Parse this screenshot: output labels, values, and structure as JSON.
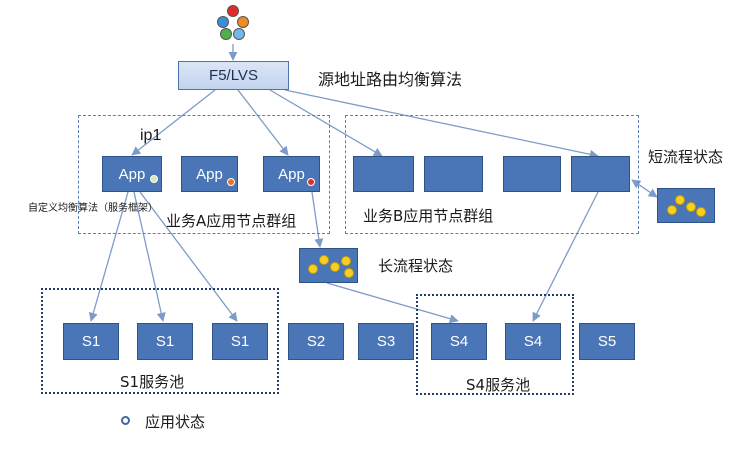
{
  "diagram": {
    "load_balancer": {
      "label": "F5/LVS",
      "annotation": "源地址路由均衡算法"
    },
    "app_group": {
      "label": "业务A应用节点群组",
      "ip_label": "ip1",
      "algo_label": "自定义均衡算法（服务框架）",
      "apps": [
        {
          "label": "App",
          "state_color": "#d8e6b0"
        },
        {
          "label": "App",
          "state_color": "#e8742a"
        },
        {
          "label": "App",
          "state_color": "#d9332b"
        }
      ]
    },
    "b_group": {
      "label": "业务B应用节点群组"
    },
    "short_state": {
      "label": "短流程状态"
    },
    "long_state": {
      "label": "长流程状态"
    },
    "servers": [
      "S1",
      "S1",
      "S1",
      "S2",
      "S3",
      "S4",
      "S4",
      "S5"
    ],
    "pools": {
      "s1": "S1服务池",
      "s4": "S4服务池"
    },
    "legend": {
      "label": "应用状态"
    },
    "colors": {
      "node": "#4a76b8",
      "line": "#7d9bc8",
      "ball": "#f5d020"
    },
    "icons": [
      "opera-icon",
      "firefox-icon",
      "ie-icon",
      "chrome-icon",
      "safari-icon"
    ]
  }
}
